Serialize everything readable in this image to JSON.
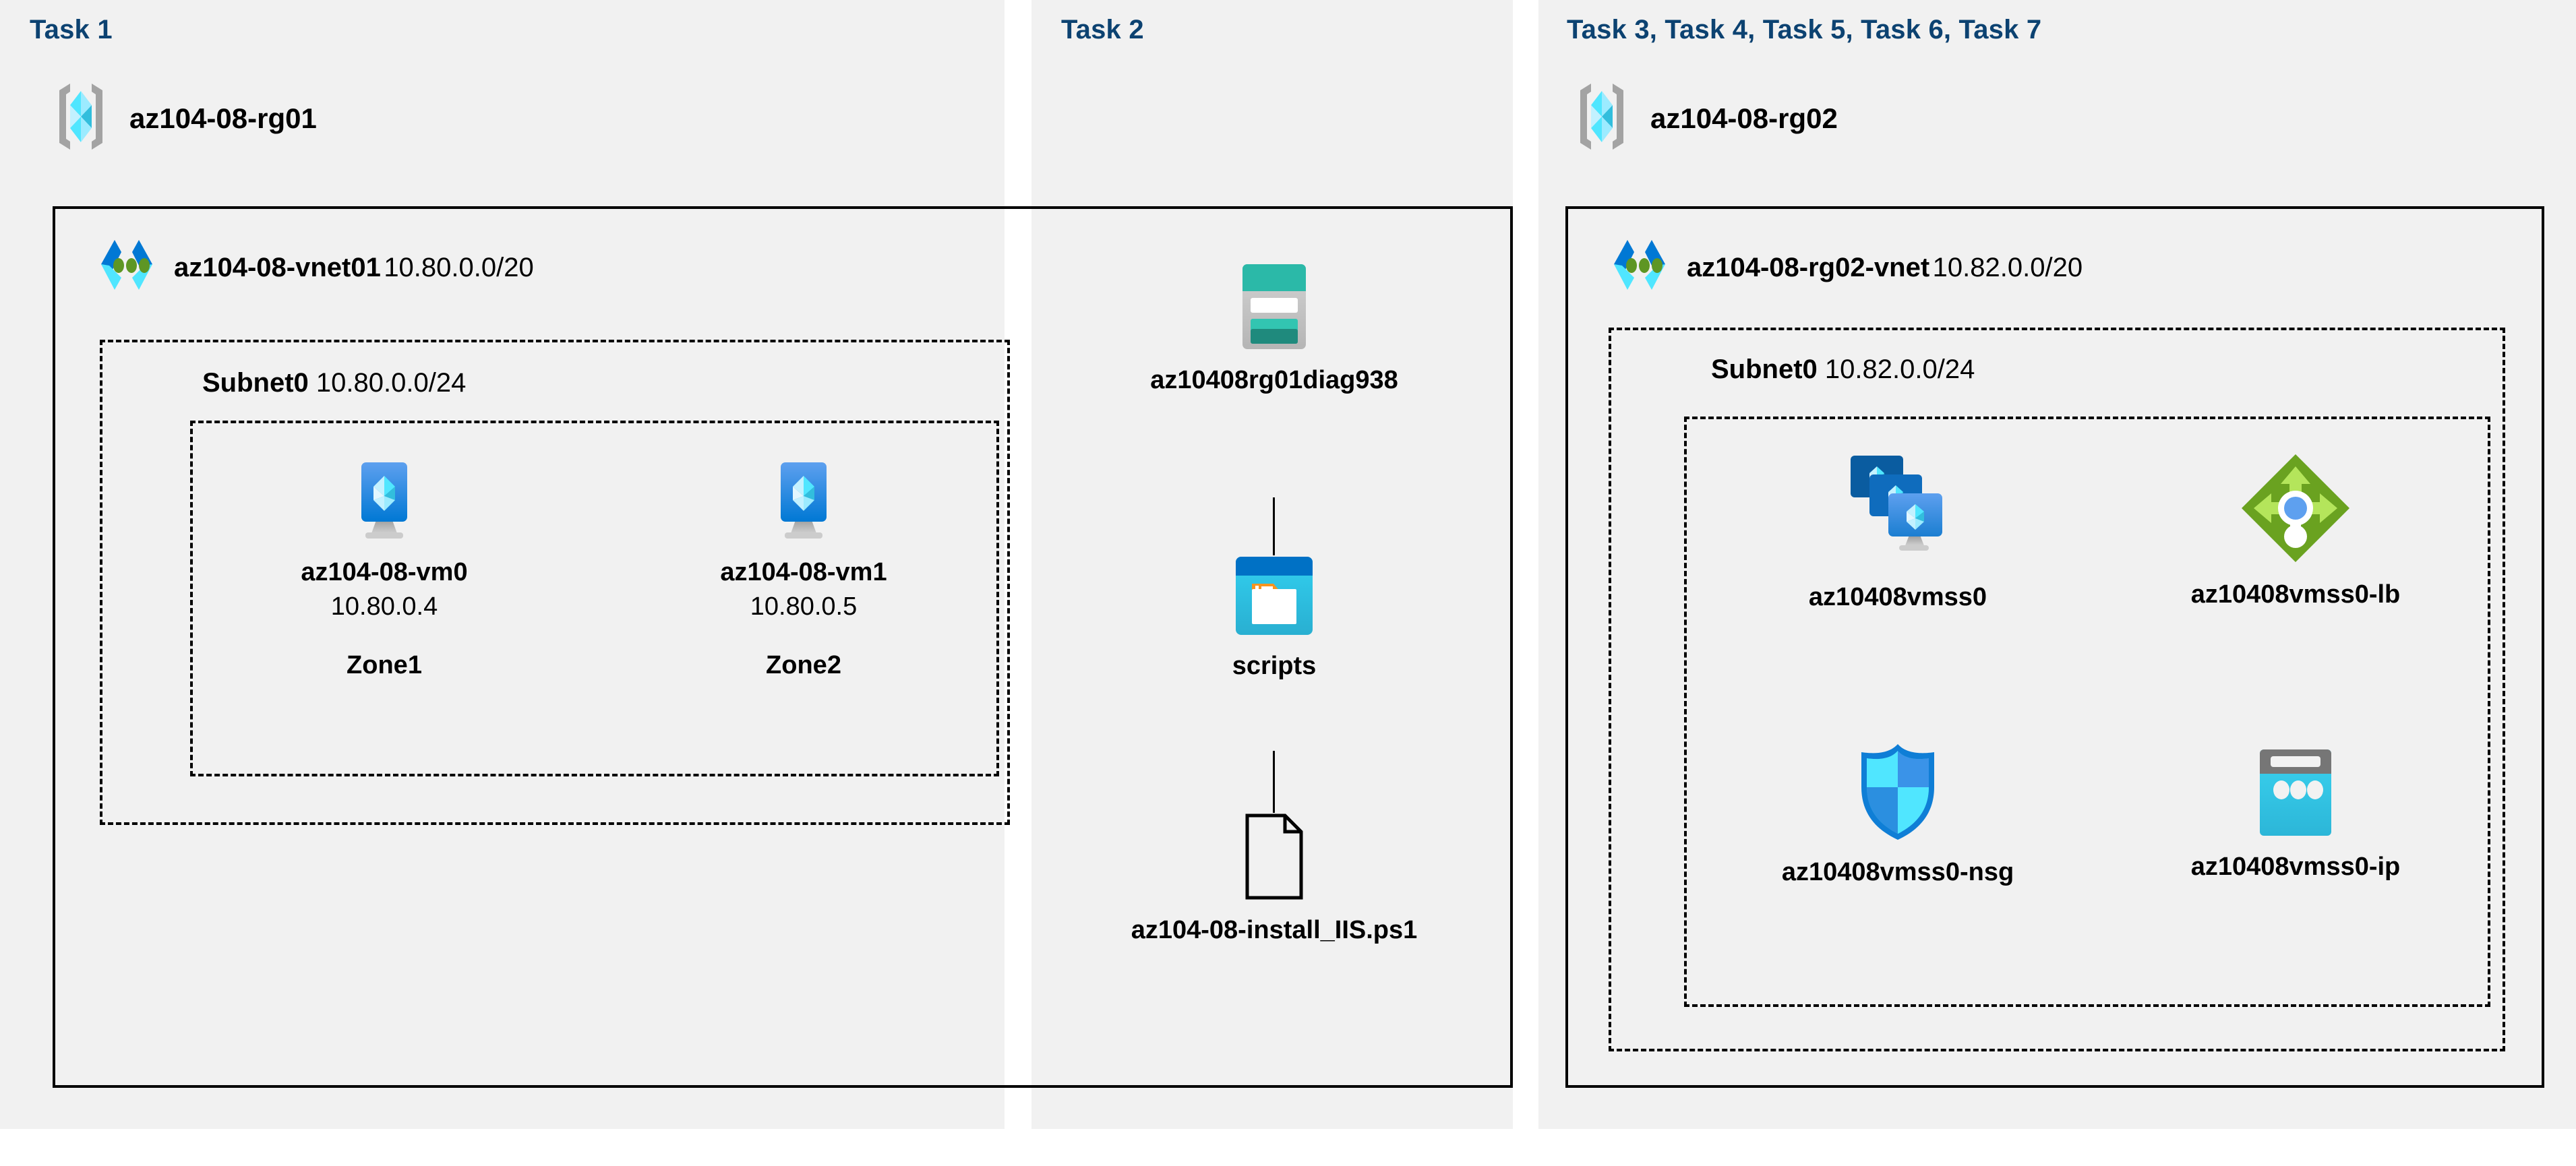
{
  "panels": [
    {
      "heading": "Task 1"
    },
    {
      "heading": "Task 2"
    },
    {
      "heading": "Task 3, Task 4, Task 5, Task 6, Task 7"
    }
  ],
  "colors": {
    "panel_bg": "#f1f1f1",
    "page_bg": "#ffffff",
    "heading": "#0c4271",
    "border": "#000000",
    "azure_blue": "#0078d4",
    "cyan": "#32bedd",
    "teal": "#2bb9a8",
    "green": "#6aa220",
    "orange": "#f7941e"
  },
  "task1": {
    "resource_group": {
      "icon": "resource-group-icon",
      "label": "az104-08-rg01"
    },
    "vnet": {
      "icon": "virtual-network-icon",
      "name": "az104-08-vnet01",
      "cidr": "10.80.0.0/20"
    },
    "subnet": {
      "name": "Subnet0",
      "cidr": "10.80.0.0/24"
    },
    "vms": [
      {
        "icon": "virtual-machine-icon",
        "name": "az104-08-vm0",
        "ip": "10.80.0.4",
        "zone": "Zone1"
      },
      {
        "icon": "virtual-machine-icon",
        "name": "az104-08-vm1",
        "ip": "10.80.0.5",
        "zone": "Zone2"
      }
    ]
  },
  "task2": {
    "items": [
      {
        "icon": "storage-account-icon",
        "label": "az10408rg01diag938"
      },
      {
        "icon": "blob-container-icon",
        "label": "scripts"
      },
      {
        "icon": "file-document-icon",
        "label": "az104-08-install_IIS.ps1"
      }
    ]
  },
  "task3": {
    "resource_group": {
      "icon": "resource-group-icon",
      "label": "az104-08-rg02"
    },
    "vnet": {
      "icon": "virtual-network-icon",
      "name": "az104-08-rg02-vnet",
      "cidr": "10.82.0.0/20"
    },
    "subnet": {
      "name": "Subnet0",
      "cidr": "10.82.0.0/24"
    },
    "resources": [
      {
        "icon": "vm-scale-set-icon",
        "label": "az10408vmss0"
      },
      {
        "icon": "load-balancer-icon",
        "label": "az10408vmss0-lb"
      },
      {
        "icon": "network-security-group-icon",
        "label": "az10408vmss0-nsg"
      },
      {
        "icon": "public-ip-address-icon",
        "label": "az10408vmss0-ip"
      }
    ]
  }
}
